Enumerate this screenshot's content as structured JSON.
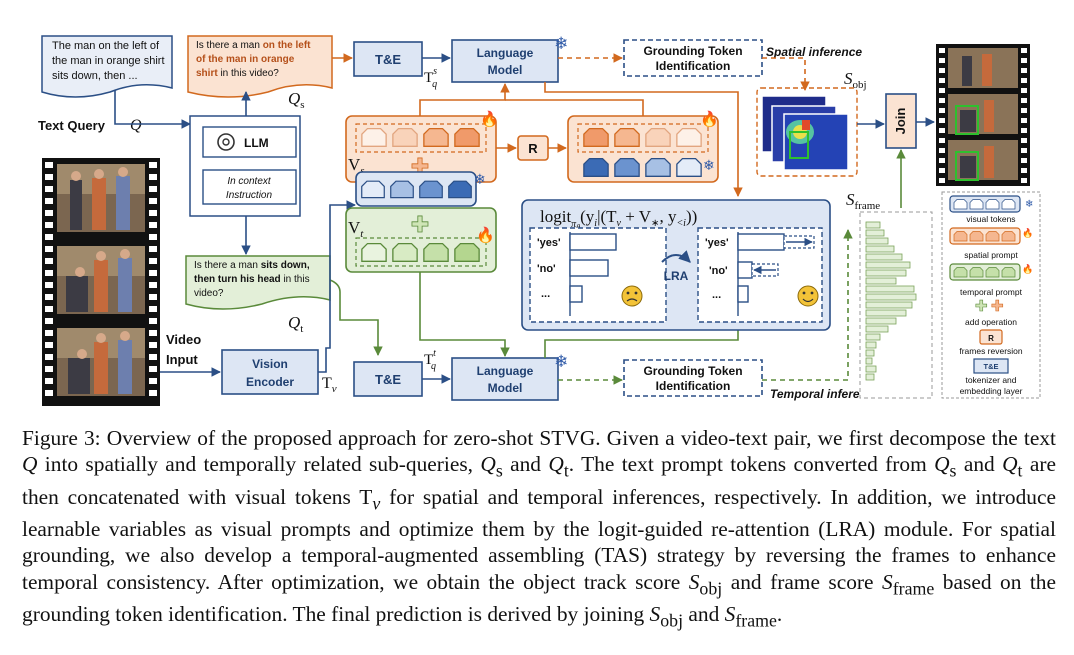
{
  "figure": {
    "text_query_box": "The man on the left of the man in orange shirt sits down, then ...",
    "text_query_label": "Text Query",
    "Q": "Q",
    "qs_box": {
      "plain1": "Is there a man ",
      "bold1": "on the left of the man in orange shirt",
      "plain2": " in this video?"
    },
    "qs_label": "Q",
    "qs_sub": "s",
    "qt_box": {
      "plain1": "Is there a man ",
      "bold1": "sits down, then turn his head",
      "plain2": " in this video?"
    },
    "qt_label": "Q",
    "qt_sub": "t",
    "llm_label": "LLM",
    "in_context": "In context",
    "instruction": "Instruction",
    "video_input_1": "Video",
    "video_input_2": "Input",
    "vision_encoder_1": "Vision",
    "vision_encoder_2": "Encoder",
    "tv": "T",
    "tv_sub": "v",
    "te_top": "T&E",
    "te_bottom": "T&E",
    "tqs": "T",
    "tqs_sup": "s",
    "tqs_sub": "q",
    "tqt": "T",
    "tqt_sup": "t",
    "tqt_sub": "q",
    "lm_top_1": "Language",
    "lm_top_2": "Model",
    "lm_bot_1": "Language",
    "lm_bot_2": "Model",
    "gti_top_1": "Grounding Token",
    "gti_top_2": "Identification",
    "gti_bot_1": "Grounding Token",
    "gti_bot_2": "Identification",
    "spatial_inference": "Spatial inference",
    "temporal_inference": "Temporal inference",
    "vs": "V",
    "vs_sub": "s",
    "vt": "V",
    "vt_sub": "t",
    "R": "R",
    "logit_formula": "logit",
    "logit_sub": "π",
    "logit_subsub": "θ",
    "logit_args": "(y",
    "logit_rest": "|(T",
    "logit_rest2": " + V",
    "logit_rest3": ", y",
    "logit_rest4": "))",
    "yes": "'yes'",
    "no": "'no'",
    "dots": "...",
    "lra": "LRA",
    "sobj": "S",
    "sobj_sub": "obj",
    "sframe": "S",
    "sframe_sub": "frame",
    "join": "Join",
    "legend": {
      "visual_tokens": "visual tokens",
      "spatial_prompt": "spatial prompt",
      "temporal_prompt": "temporal prompt",
      "add_operation": "add operation",
      "R": "R",
      "frames_reversion": "frames reversion",
      "te": "T&E",
      "tokenizer_1": "tokenizer and",
      "tokenizer_2": "embedding layer"
    }
  },
  "caption": "Figure 3: Overview of the proposed approach for zero-shot STVG. Given a video-text pair, we first decompose the text Q into spatially and temporally related sub-queries, Qs and Qt. The text prompt tokens converted from Qs and Qt are then concatenated with visual tokens Tv for spatial and temporal inferences, respectively. In addition, we introduce learnable variables as visual prompts and optimize them by the logit-guided re-attention (LRA) module. For spatial grounding, we also develop a temporal-augmented assembling (TAS) strategy by reversing the frames to enhance temporal consistency. After optimization, we obtain the object track score Sobj and frame score Sframe based on the grounding token identification. The final prediction is derived by joining Sobj and Sframe.",
  "caption_parts": {
    "p1": "Figure 3: Overview of the proposed approach for zero-shot STVG. Given a video-text pair, we first decompose the text ",
    "Q": "Q",
    "p2": " into spatially and temporally related sub-queries, ",
    "Qs": "Q",
    "s": "s",
    "and1": " and ",
    "Qt": "Q",
    "t": "t",
    "p3": ". The text prompt tokens converted from ",
    "and2": " and ",
    "p4": " are then concatenated with visual tokens ",
    "T": "T",
    "v": "v",
    "p5": " for spatial and temporal inferences, respectively. In addition, we introduce learnable variables as visual prompts and optimize them by the logit-guided re-attention (LRA) module. For spatial grounding, we also develop a temporal-augmented assembling (TAS) strategy by reversing the frames to enhance temporal consistency. After optimization, we obtain the object track score ",
    "S": "S",
    "obj": "obj",
    "p6": " and frame score ",
    "frame": "frame",
    "p7": " based on the grounding token identification. The final prediction is derived by joining ",
    "and3": " and ",
    "p8": "."
  },
  "colors": {
    "blue": "#2b4f86",
    "orange": "#d2691e",
    "green": "#5a8a3a",
    "lightblue_fill": "#dde6f4",
    "orange_fill": "#fbe3d2",
    "green_fill": "#e3efd8",
    "flame": "#e0301e",
    "snow": "#2f5aa8"
  }
}
